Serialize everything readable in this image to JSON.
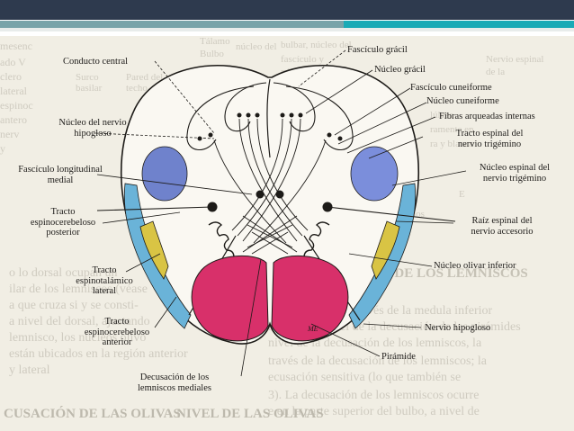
{
  "theme": {
    "topbar": "#2e3a4e",
    "accent_left": "#78a3a9",
    "accent_right": "#19aab6",
    "page_bg": "#f1eee4",
    "pyramid": "#d8306a",
    "fasciculus_medial": "#6f82cc",
    "spinal_trigeminal": "#7b8edb",
    "spinocerebellar": "#6ab3d8",
    "spinothalamic": "#d9c444"
  },
  "labels": {
    "conducto_central": "Conducto central",
    "nucleo_hipogloso": [
      "Núcleo del nervio",
      "hipogloso"
    ],
    "fasciculo_longitudinal": [
      "Fascículo longitudinal",
      "medial"
    ],
    "tracto_posterior": [
      "Tracto",
      "espinocerebeloso",
      "posterior"
    ],
    "tracto_espinotalamico": [
      "Tracto",
      "espinotalámico",
      "lateral"
    ],
    "tracto_anterior": [
      "Tracto",
      "espinocerebeloso",
      "anterior"
    ],
    "decusacion": [
      "Decusación de los",
      "lemniscos mediales"
    ],
    "fasciculo_gracil": "Fascículo grácil",
    "nucleo_gracil": "Núcleo grácil",
    "fasciculo_cuneiforme": "Fascículo cuneiforme",
    "nucleo_cuneiforme": "Núcleo cuneiforme",
    "fibras_arqueadas": "Fibras arqueadas internas",
    "tracto_trigemino": [
      "Tracto espinal del",
      "nervio trigémino"
    ],
    "nucleo_trigemino": [
      "Núcleo espinal del",
      "nervio trigémino"
    ],
    "raiz_accesorio": [
      "Raíz espinal del",
      "nervio accesorio"
    ],
    "nucleo_olivar": "Núcleo olivar inferior",
    "nervio_hipogloso": "Nervio hipogloso",
    "piramide": "Pirámide",
    "signature": "ME"
  },
  "background_text": {
    "left_column": [
      "mesenc",
      "ado V",
      "clero",
      "lateral",
      "espinoc",
      "antero",
      "nerv",
      "y",
      "Surco",
      "basilar"
    ],
    "top_faint": [
      "Tálamo",
      "Bulbo",
      "Pared del",
      "techo",
      "núcleo del",
      "bulbar, núcleo del",
      "fascículo y",
      "núcleo del"
    ],
    "right_faint": [
      "Nervio espinal",
      "de la",
      "E",
      "lúlcea",
      "ramente en",
      "ra y blanca",
      "ramificados"
    ],
    "heading_left": "LA DECUSACIÓN DE LOS LEMNISCOS",
    "body_lines": [
      "ura transversal a través de la medula inferior",
      "a región, a nivel de la decusación de las pirámides",
      "nivel de la decusación de los lemniscos, la",
      "través de la decusación de los lemniscos; la",
      "ecusación sensitiva (lo que también se",
      "3). La decusación de los lemniscos ocurre",
      "e en la parte superior del bulbo, a nivel de"
    ],
    "left_body": [
      "o lo dorsal ocupan un",
      "ilar de los lemniscos (véase",
      "a que cruza si y se consti-",
      "a nivel del dorsal, ajustando",
      "lemnisco, los núcleos olivo",
      "están ubicados en la región anterior",
      "y lateral"
    ],
    "heading_bottom_left": "CUSACIÓN DE LAS OLIVAS",
    "heading_bottom_mid": "NIVEL DE LAS OLIVAS"
  }
}
